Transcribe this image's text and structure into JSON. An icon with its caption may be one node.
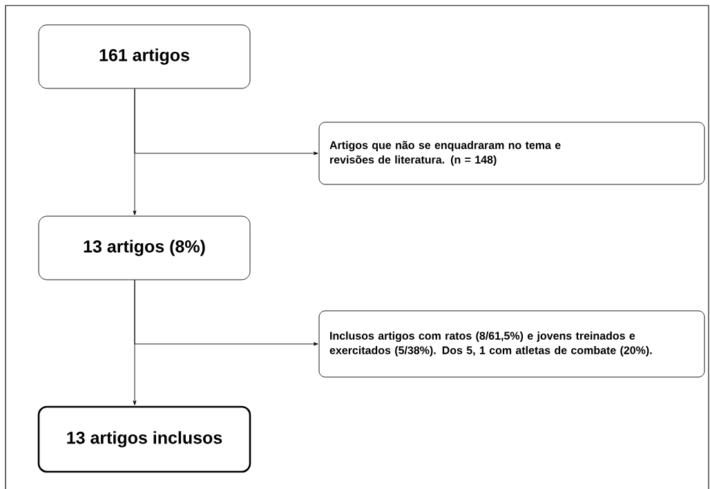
{
  "diagram": {
    "nodes": [
      {
        "text": [
          "161 artigos"
        ]
      },
      {
        "text": [
          "Artigos que não se enquadraram no tema e revisões de literatura. (n = 148)"
        ]
      },
      {
        "text": [
          "13 artigos (8%)"
        ]
      },
      {
        "text": [
          "Inclusos artigos com ratos (8/61,5%) e jovens treinados e exercitados (5/38%). Dos 5, 1 com atletas de combate (20%)."
        ]
      },
      {
        "text": [
          "13 artigos inclusos"
        ]
      }
    ],
    "edges": [
      {
        "from": 0,
        "to": 2,
        "arrow": "to"
      },
      {
        "from": 0,
        "to": 1,
        "arrow": "to"
      },
      {
        "from": 2,
        "to": 4,
        "arrow": "to"
      },
      {
        "from": 2,
        "to": 3,
        "arrow": "to"
      }
    ]
  }
}
